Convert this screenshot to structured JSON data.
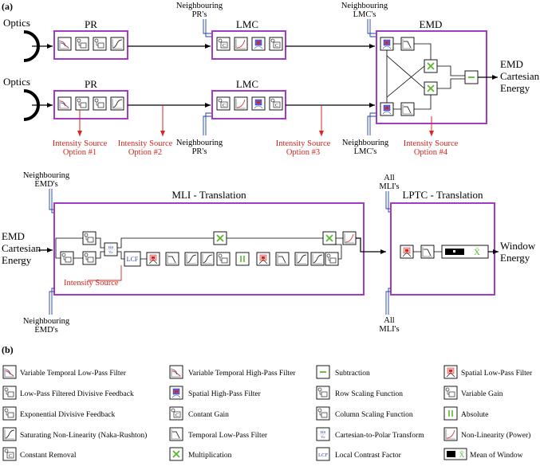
{
  "panel_a": {
    "label": "(a)",
    "optics": "Optics",
    "pr": "PR",
    "lmc": "LMC",
    "emd": "EMD",
    "neighbouring_prs": [
      "Neighbouring",
      "PR's"
    ],
    "neighbouring_lmcs": [
      "Neighbouring",
      "LMC's"
    ],
    "emd_output": [
      "EMD",
      "Cartesian",
      "Energy"
    ],
    "intensity_options": [
      [
        "Intensity Source",
        "Option #1"
      ],
      [
        "Intensity Source",
        "Option #2"
      ],
      [
        "Intensity Source",
        "Option #3"
      ],
      [
        "Intensity Source",
        "Option #4"
      ]
    ],
    "mli_title": "MLI - Translation",
    "lptc_title": "LPTC - Translation",
    "mli_input": [
      "EMD",
      "Cartesian",
      "Energy"
    ],
    "neighbouring_emds": [
      "Neighbouring",
      "EMD's"
    ],
    "intensity_source": "Intensity Source",
    "lcf": "LCF",
    "all_mlis": [
      "All",
      "MLI's"
    ],
    "window_energy": [
      "Window",
      "Energy"
    ]
  },
  "panel_b": {
    "label": "(b)",
    "legend": [
      [
        "Variable Temporal Low-Pass Filter",
        "Variable Temporal High-Pass Filter",
        "Subtraction",
        "Spatial Low-Pass Filter"
      ],
      [
        "Low-Pass Filtered Divisive Feedback",
        "Spatial High-Pass Filter",
        "Row Scaling Function",
        "Variable Gain"
      ],
      [
        "Exponential Divisive Feedback",
        "Contant Gain",
        "Column Scaling Function",
        "Absolute"
      ],
      [
        "Saturating Non-Linearity (Naka-Rushton)",
        "Temporal Low-Pass Filter",
        "Cartesian-to-Polar Transform",
        "Non-Linearity (Power)"
      ],
      [
        "Constant Removal",
        "Multiplication",
        "Local Contrast Factor",
        "Mean of Window"
      ]
    ],
    "lcf_symbol": "LCF",
    "mean_symbol": "X̄"
  }
}
